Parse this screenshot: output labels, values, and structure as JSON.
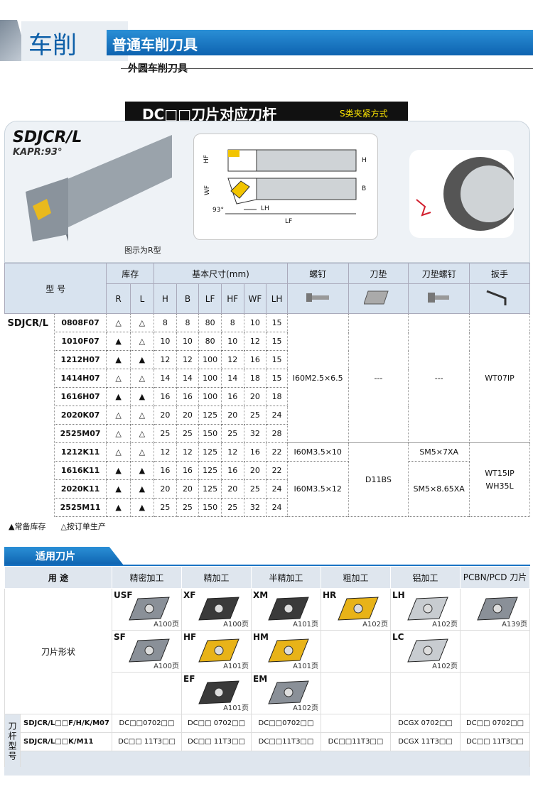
{
  "header": {
    "section": "车削",
    "banner": "普通车削刀具",
    "sub": "外圆车削刀具"
  },
  "dc_title": {
    "main": "DC□□刀片对应刀杆",
    "clamp": "S类夹紧方式"
  },
  "tool": {
    "name": "SDJCR/L",
    "kapr": "KAPR:93°",
    "caption": "图示为R型",
    "dims": {
      "hf": "HF",
      "h": "H",
      "wf": "WF",
      "b": "B",
      "angle": "93°",
      "lh": "LH",
      "lf": "LF"
    }
  },
  "table": {
    "hdr_model": "型 号",
    "hdr_stock": "库存",
    "hdr_dim": "基本尺寸(mm)",
    "hdr_screw": "螺钉",
    "hdr_pad": "刀垫",
    "hdr_padscrew": "刀垫螺钉",
    "hdr_wrench": "扳手",
    "sub": [
      "R",
      "L",
      "H",
      "B",
      "LF",
      "HF",
      "WF",
      "LH"
    ],
    "series": "SDJCR/L",
    "rows": [
      {
        "m": "0808F07",
        "r": "△",
        "l": "△",
        "v": [
          "8",
          "8",
          "80",
          "8",
          "10",
          "15"
        ]
      },
      {
        "m": "1010F07",
        "r": "▲",
        "l": "△",
        "v": [
          "10",
          "10",
          "80",
          "10",
          "12",
          "15"
        ]
      },
      {
        "m": "1212H07",
        "r": "▲",
        "l": "▲",
        "v": [
          "12",
          "12",
          "100",
          "12",
          "16",
          "15"
        ]
      },
      {
        "m": "1414H07",
        "r": "△",
        "l": "△",
        "v": [
          "14",
          "14",
          "100",
          "14",
          "18",
          "15"
        ]
      },
      {
        "m": "1616H07",
        "r": "▲",
        "l": "▲",
        "v": [
          "16",
          "16",
          "100",
          "16",
          "20",
          "18"
        ]
      },
      {
        "m": "2020K07",
        "r": "△",
        "l": "△",
        "v": [
          "20",
          "20",
          "125",
          "20",
          "25",
          "24"
        ]
      },
      {
        "m": "2525M07",
        "r": "△",
        "l": "△",
        "v": [
          "25",
          "25",
          "150",
          "25",
          "32",
          "28"
        ]
      },
      {
        "m": "1212K11",
        "r": "△",
        "l": "△",
        "v": [
          "12",
          "12",
          "125",
          "12",
          "16",
          "22"
        ]
      },
      {
        "m": "1616K11",
        "r": "▲",
        "l": "▲",
        "v": [
          "16",
          "16",
          "125",
          "16",
          "20",
          "22"
        ]
      },
      {
        "m": "2020K11",
        "r": "▲",
        "l": "▲",
        "v": [
          "20",
          "20",
          "125",
          "20",
          "25",
          "24"
        ]
      },
      {
        "m": "2525M11",
        "r": "▲",
        "l": "▲",
        "v": [
          "25",
          "25",
          "150",
          "25",
          "32",
          "24"
        ]
      }
    ],
    "screw1": "I60M2.5×6.5",
    "pad1": "---",
    "padscrew1": "---",
    "wrench1": "WT07IP",
    "screw2": "I60M3.5×10",
    "screw3": "I60M3.5×12",
    "pad2": "D11BS",
    "padscrew2": "SM5×7XA",
    "padscrew3": "SM5×8.65XA",
    "wrench2a": "WT15IP",
    "wrench2b": "WH35L",
    "legend_a": "▲常备库存",
    "legend_b": "△按订单生产"
  },
  "inserts": {
    "title": "适用刀片",
    "use": "用 途",
    "shape": "刀片形状",
    "cols": [
      "精密加工",
      "精加工",
      "半精加工",
      "粗加工",
      "铝加工",
      "PCBN/PCD 刀片"
    ],
    "r1": [
      {
        "c": "USF",
        "p": "A100页",
        "k": "gray"
      },
      {
        "c": "XF",
        "p": "A100页",
        "k": "dark"
      },
      {
        "c": "XM",
        "p": "A101页",
        "k": "dark"
      },
      {
        "c": "HR",
        "p": "A102页",
        "k": "gold"
      },
      {
        "c": "LH",
        "p": "A102页",
        "k": "silver"
      },
      {
        "c": "",
        "p": "A139页",
        "k": "gray"
      }
    ],
    "r2": [
      {
        "c": "SF",
        "p": "A100页",
        "k": "gray"
      },
      {
        "c": "HF",
        "p": "A101页",
        "k": "gold"
      },
      {
        "c": "HM",
        "p": "A101页",
        "k": "gold"
      },
      {
        "c": "",
        "p": "",
        "k": ""
      },
      {
        "c": "LC",
        "p": "A102页",
        "k": "silver"
      },
      {
        "c": "",
        "p": "",
        "k": ""
      }
    ],
    "r3": [
      {
        "c": "",
        "p": "",
        "k": ""
      },
      {
        "c": "EF",
        "p": "A101页",
        "k": "dark"
      },
      {
        "c": "EM",
        "p": "A102页",
        "k": "gray"
      },
      {
        "c": "",
        "p": "",
        "k": ""
      },
      {
        "c": "",
        "p": "",
        "k": ""
      },
      {
        "c": "",
        "p": "",
        "k": ""
      }
    ],
    "holder_label": "刀杆型号",
    "h1": {
      "m": "SDJCR/L□□F/H/K/M07",
      "v": [
        "DC□□0702□□",
        "DC□□ 0702□□",
        "DC□□0702□□",
        "",
        "DCGX 0702□□",
        "DC□□ 0702□□"
      ]
    },
    "h2": {
      "m": "SDJCR/L□□K/M11",
      "v": [
        "DC□□ 11T3□□",
        "DC□□ 11T3□□",
        "DC□□11T3□□",
        "DC□□11T3□□",
        "DCGX 11T3□□",
        "DC□□ 11T3□□"
      ]
    }
  },
  "colors": {
    "blue": "#0e63b0",
    "gold": "#e8b318"
  }
}
